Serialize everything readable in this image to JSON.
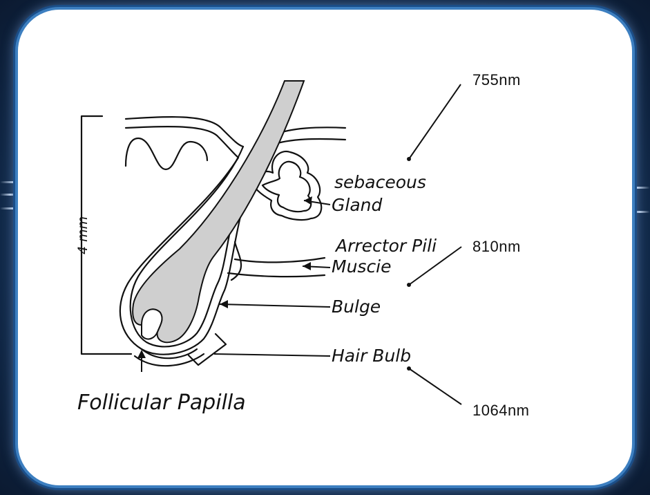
{
  "diagram": {
    "wavelengths": {
      "top": "755nm",
      "middle": "810nm",
      "bottom": "1064nm"
    },
    "labels": {
      "sebaceous": "sebaceous",
      "gland": "Gland",
      "arrector_pili": "Arrector Pili",
      "muscle": "Muscie",
      "bulge": "Bulge",
      "hair_bulb": "Hair Bulb",
      "follicular_papilla": "Follicular Papilla",
      "depth": "4 mm"
    },
    "colors": {
      "hair_shaft_fill": "#cfcfcf",
      "outline": "#111111",
      "card_border": "#3d7fc0",
      "background": "#17365d"
    }
  }
}
